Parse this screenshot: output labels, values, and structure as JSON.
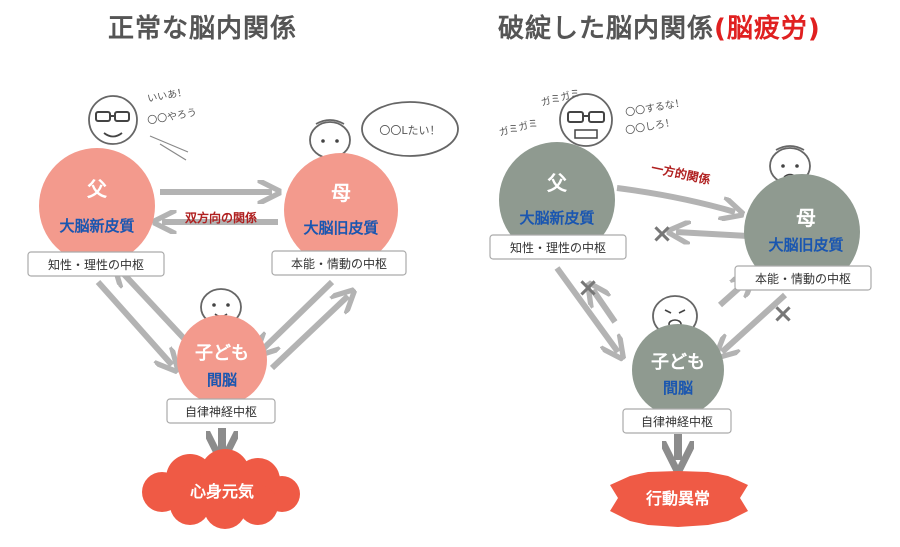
{
  "colors": {
    "normal_node": "#f39a8d",
    "broken_node": "#8f9a90",
    "role_text": "#ffffff",
    "region_text": "#1a56b0",
    "relation_red": "#b02020",
    "accent_red": "#e02020",
    "arrow_gray": "#b3b3b3",
    "outcome_fill": "#ef5a45",
    "title_gray": "#555555"
  },
  "left": {
    "title": "正常な脳内関係",
    "father": {
      "role": "父",
      "region": "大脳新皮質",
      "center": "知性・理性の中枢",
      "speech": [
        "いいあ！",
        "〇〇やろう"
      ]
    },
    "mother": {
      "role": "母",
      "region": "大脳旧皮質",
      "center": "本能・情動の中枢",
      "speech": "〇〇Lたい！"
    },
    "child": {
      "role": "子ども",
      "region": "間脳",
      "center": "自律神経中枢"
    },
    "relation": "双方向の関係",
    "outcome": "心身元気"
  },
  "right": {
    "title_prefix": "破綻した脳内関係",
    "title_accent": "(脳疲労)",
    "father": {
      "role": "父",
      "region": "大脳新皮質",
      "center": "知性・理性の中枢",
      "nag": [
        "ガミガミ",
        "ガミガミ"
      ],
      "speech": [
        "〇〇するな！",
        "〇〇しろ！"
      ]
    },
    "mother": {
      "role": "母",
      "region": "大脳旧皮質",
      "center": "本能・情動の中枢"
    },
    "child": {
      "role": "子ども",
      "region": "間脳",
      "center": "自律神経中枢"
    },
    "relation": "一方的関係",
    "cross_mark": "×",
    "outcome": "行動異常"
  }
}
